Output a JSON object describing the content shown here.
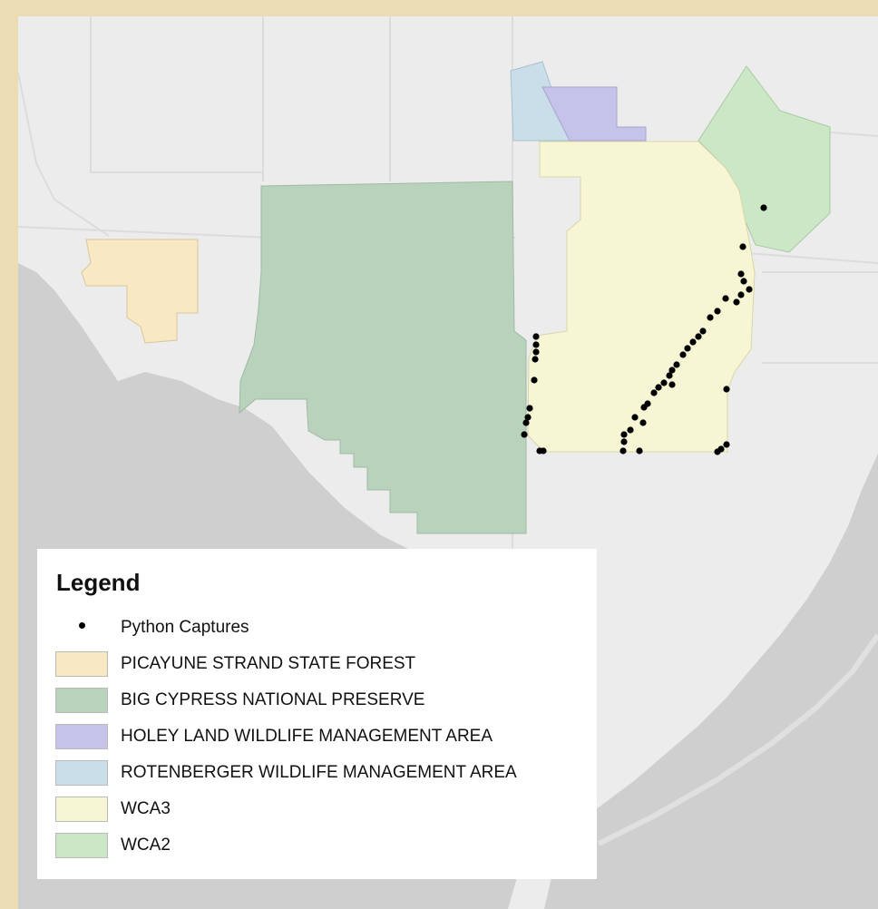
{
  "legend": {
    "title": "Legend",
    "items": [
      {
        "label": "Python Captures",
        "symbol": "point",
        "color": "#000000"
      },
      {
        "label": "PICAYUNE STRAND STATE FOREST",
        "symbol": "fill",
        "color": "#f8e8c4"
      },
      {
        "label": "BIG CYPRESS NATIONAL PRESERVE",
        "symbol": "fill",
        "color": "#b8d2bc"
      },
      {
        "label": "HOLEY LAND WILDLIFE MANAGEMENT AREA",
        "symbol": "fill",
        "color": "#c5c3ea"
      },
      {
        "label": "ROTENBERGER WILDLIFE MANAGEMENT AREA",
        "symbol": "fill",
        "color": "#c9dee8"
      },
      {
        "label": "WCA3",
        "symbol": "fill",
        "color": "#f6f5d4"
      },
      {
        "label": "WCA2",
        "symbol": "fill",
        "color": "#cbe7c6"
      }
    ]
  },
  "colors": {
    "frame": "#ecdcb4",
    "land": "#ececec",
    "water": "#cfcfcf",
    "boundary": "#dedede"
  }
}
